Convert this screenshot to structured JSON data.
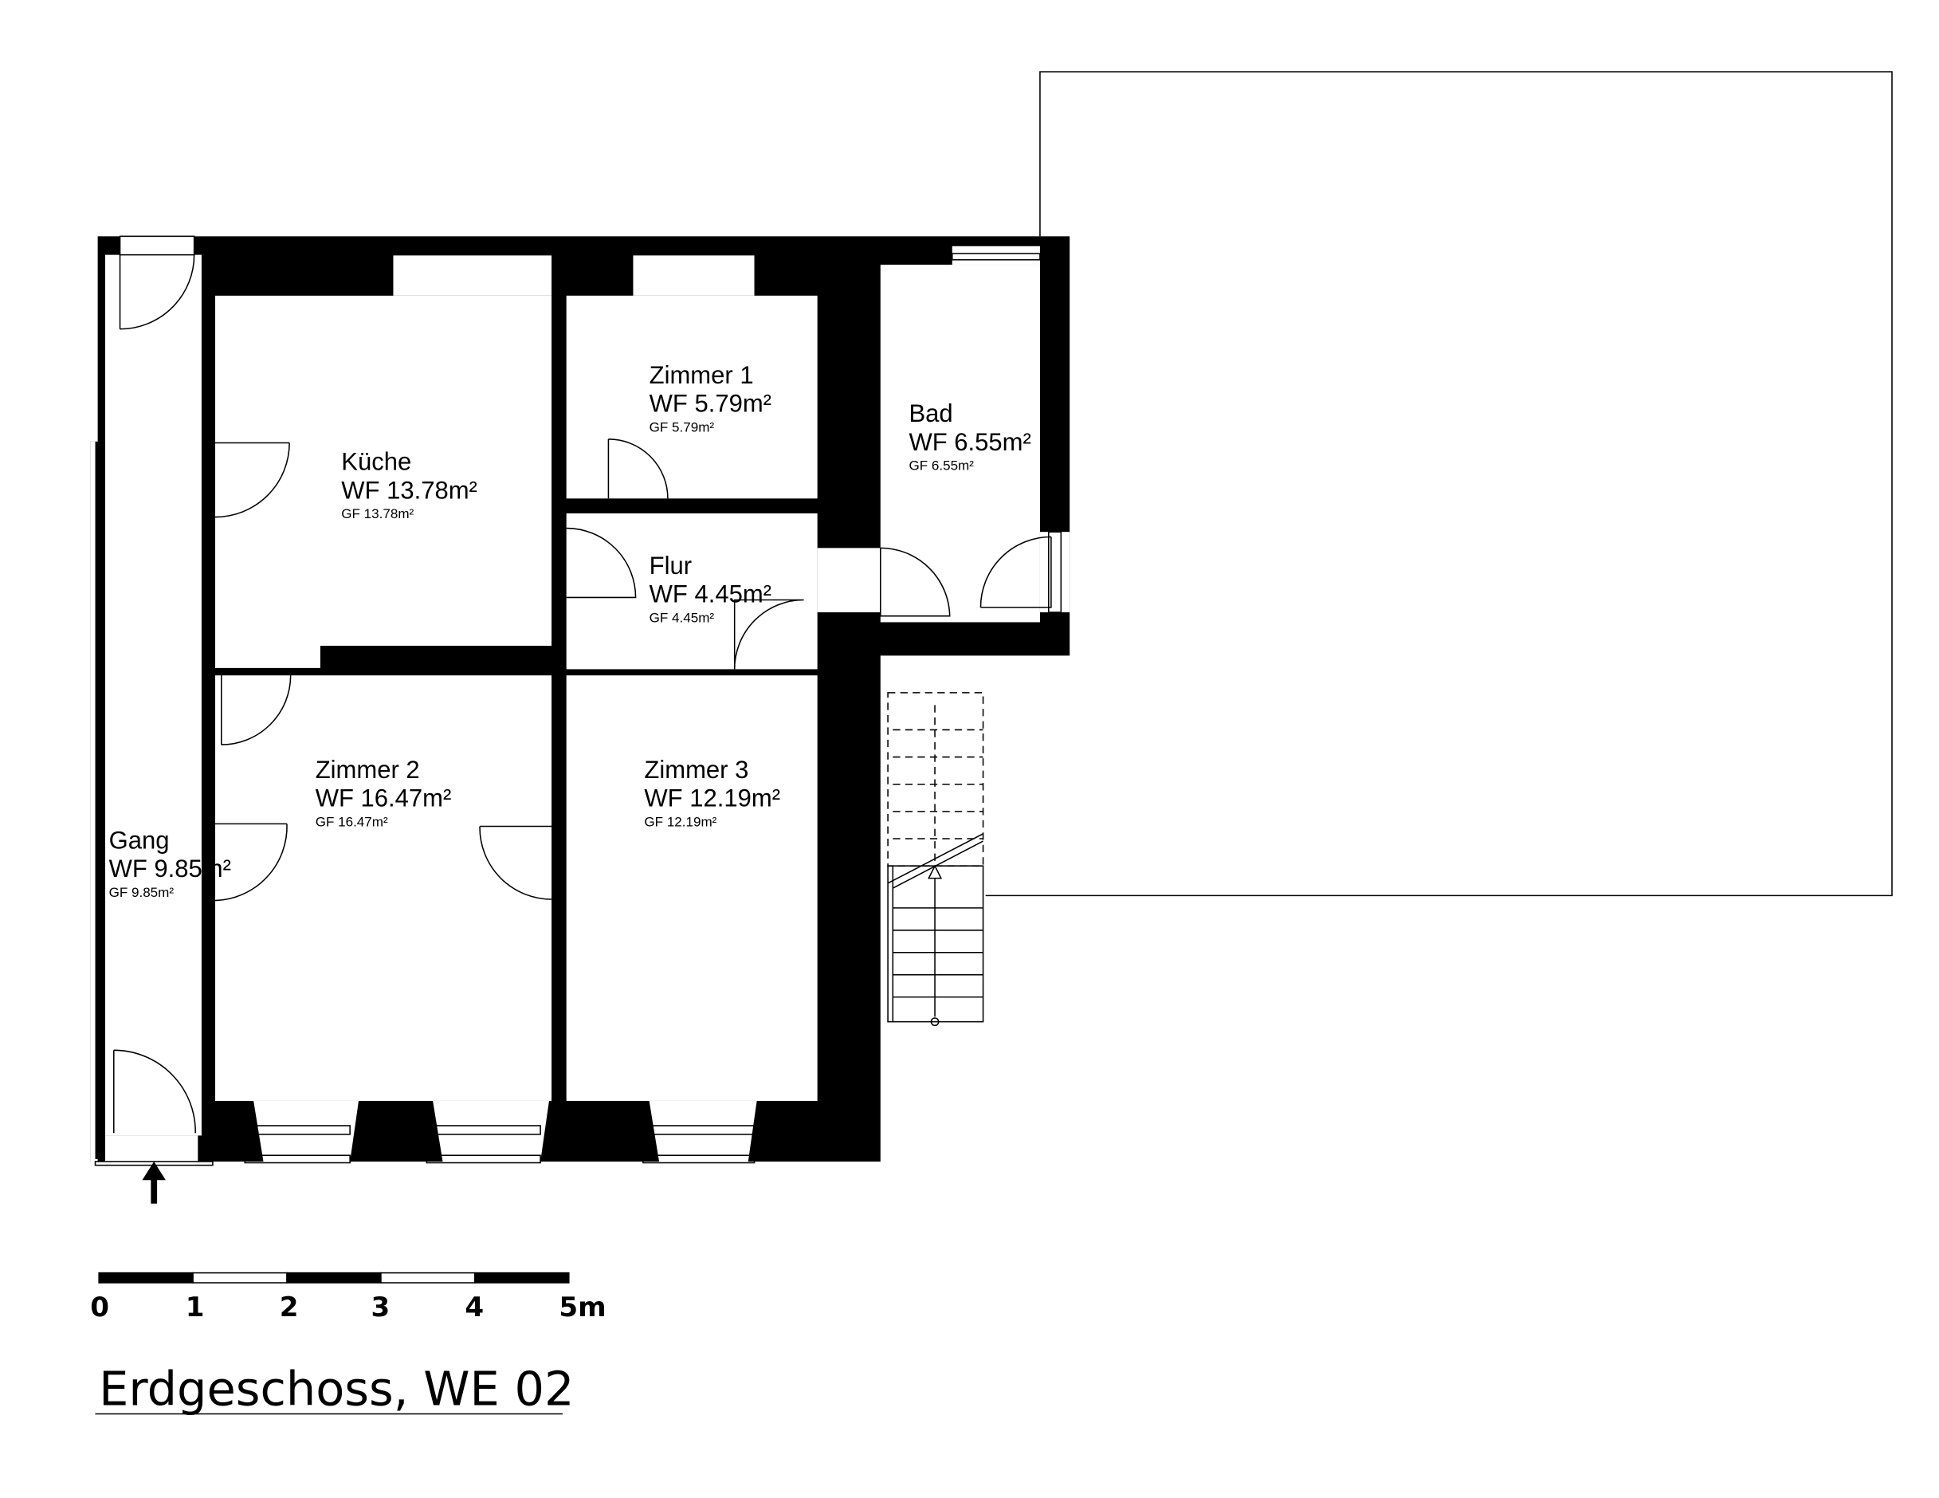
{
  "title": "Erdgeschoss, WE 02",
  "rooms": [
    {
      "name": "Küche",
      "wf": "WF 13.78m²",
      "gf": "GF 13.78m²"
    },
    {
      "name": "Zimmer 1",
      "wf": "WF 5.79m²",
      "gf": "GF 5.79m²"
    },
    {
      "name": "Bad",
      "wf": "WF 6.55m²",
      "gf": "GF 6.55m²"
    },
    {
      "name": "Flur",
      "wf": "WF 4.45m²",
      "gf": "GF 4.45m²"
    },
    {
      "name": "Zimmer 2",
      "wf": "WF 16.47m²",
      "gf": "GF 16.47m²"
    },
    {
      "name": "Zimmer 3",
      "wf": "WF 12.19m²",
      "gf": "GF 12.19m²"
    },
    {
      "name": "Gang",
      "wf": "WF 9.85m²",
      "gf": "GF 9.85m²"
    }
  ],
  "scale_bar": {
    "labels": [
      "0",
      "1",
      "2",
      "3",
      "4",
      "5m"
    ]
  },
  "colors": {
    "wall": "#000000",
    "background": "#ffffff"
  }
}
